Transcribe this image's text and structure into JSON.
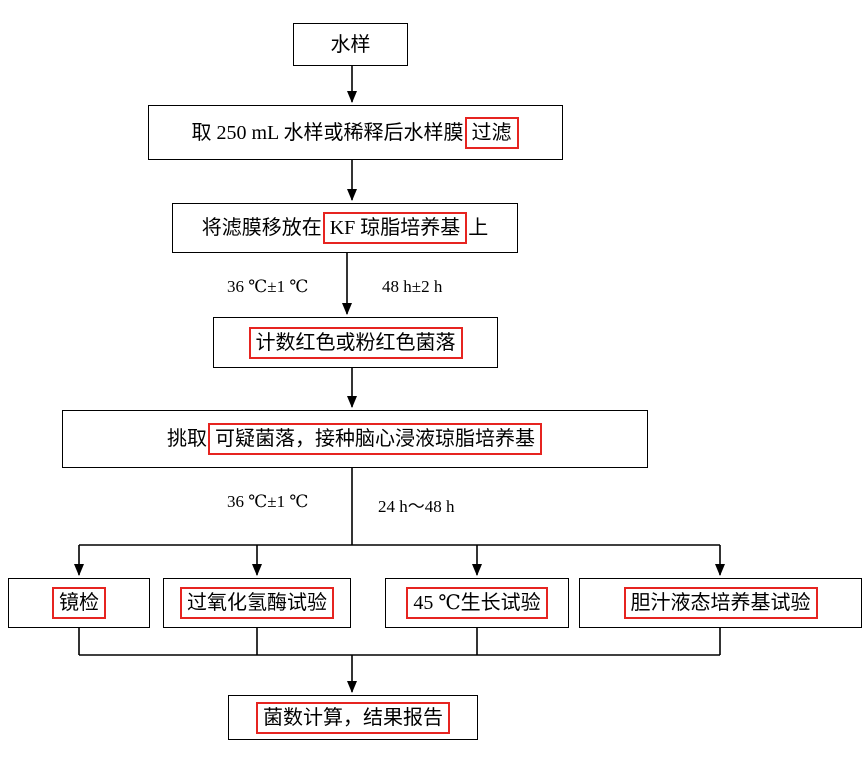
{
  "colors": {
    "highlight_red": "#e62420",
    "line_black": "#000000"
  },
  "diagram": {
    "nodes": {
      "water_sample": {
        "text": "水样"
      },
      "filter": {
        "pre": "取 250 mL 水样或稀释后水样膜",
        "highlight": "过滤"
      },
      "membrane": {
        "pre": "将滤膜移放在",
        "highlight": "KF 琼脂培养基",
        "post": "上"
      },
      "count": {
        "highlight": "计数红色或粉红色菌落"
      },
      "pick": {
        "pre": "挑取",
        "highlight": "可疑菌落，接种脑心浸液琼脂培养基"
      },
      "microscopy": {
        "highlight": "镜检"
      },
      "catalase": {
        "highlight": "过氧化氢酶试验"
      },
      "growth_45": {
        "highlight": "45 ℃生长试验"
      },
      "bile": {
        "highlight": "胆汁液态培养基试验"
      },
      "report": {
        "highlight": "菌数计算，结果报告"
      }
    },
    "edge_labels": {
      "incubation1_temp": "36 ℃±1 ℃",
      "incubation1_time": "48 h±2 h",
      "incubation2_temp": "36 ℃±1 ℃",
      "incubation2_time": "24 h～48 h"
    }
  }
}
